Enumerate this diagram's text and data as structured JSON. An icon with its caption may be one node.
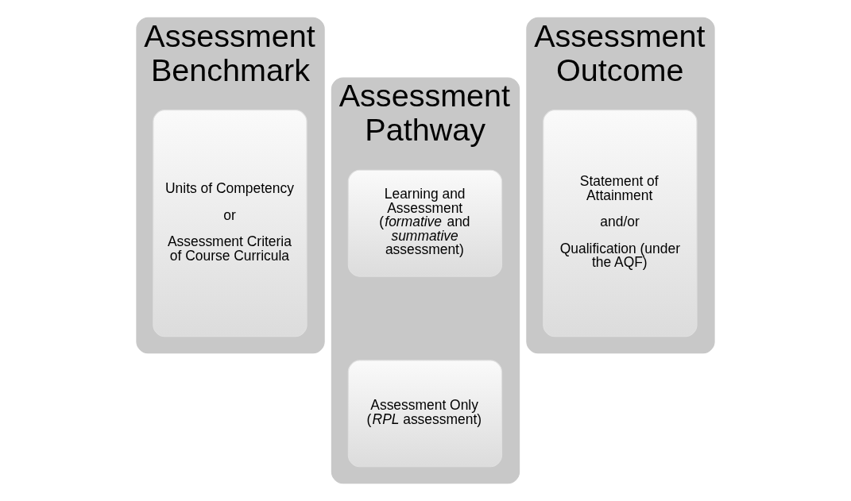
{
  "diagram": {
    "nodes": [
      {
        "text": [
          "Assessment Benchmark"
        ]
      },
      {
        "text": [
          "Units of Competency",
          "or",
          "Assessment Criteria of Course Curricula"
        ],
        "in": 0
      },
      {
        "text": [
          "Assessment Pathway"
        ]
      },
      {
        "text": [
          "Learning and Assessment (*formative* and *summative* assessment)"
        ],
        "in": 2
      },
      {
        "text": [
          "Assessment Only (*RPL* assessment)"
        ],
        "in": 2
      },
      {
        "text": [
          "Assessment Outcome"
        ]
      },
      {
        "text": [
          "Statement of Attainment",
          "and/or",
          "Qualification (under the AQF)"
        ],
        "in": 5
      }
    ],
    "edges": []
  }
}
